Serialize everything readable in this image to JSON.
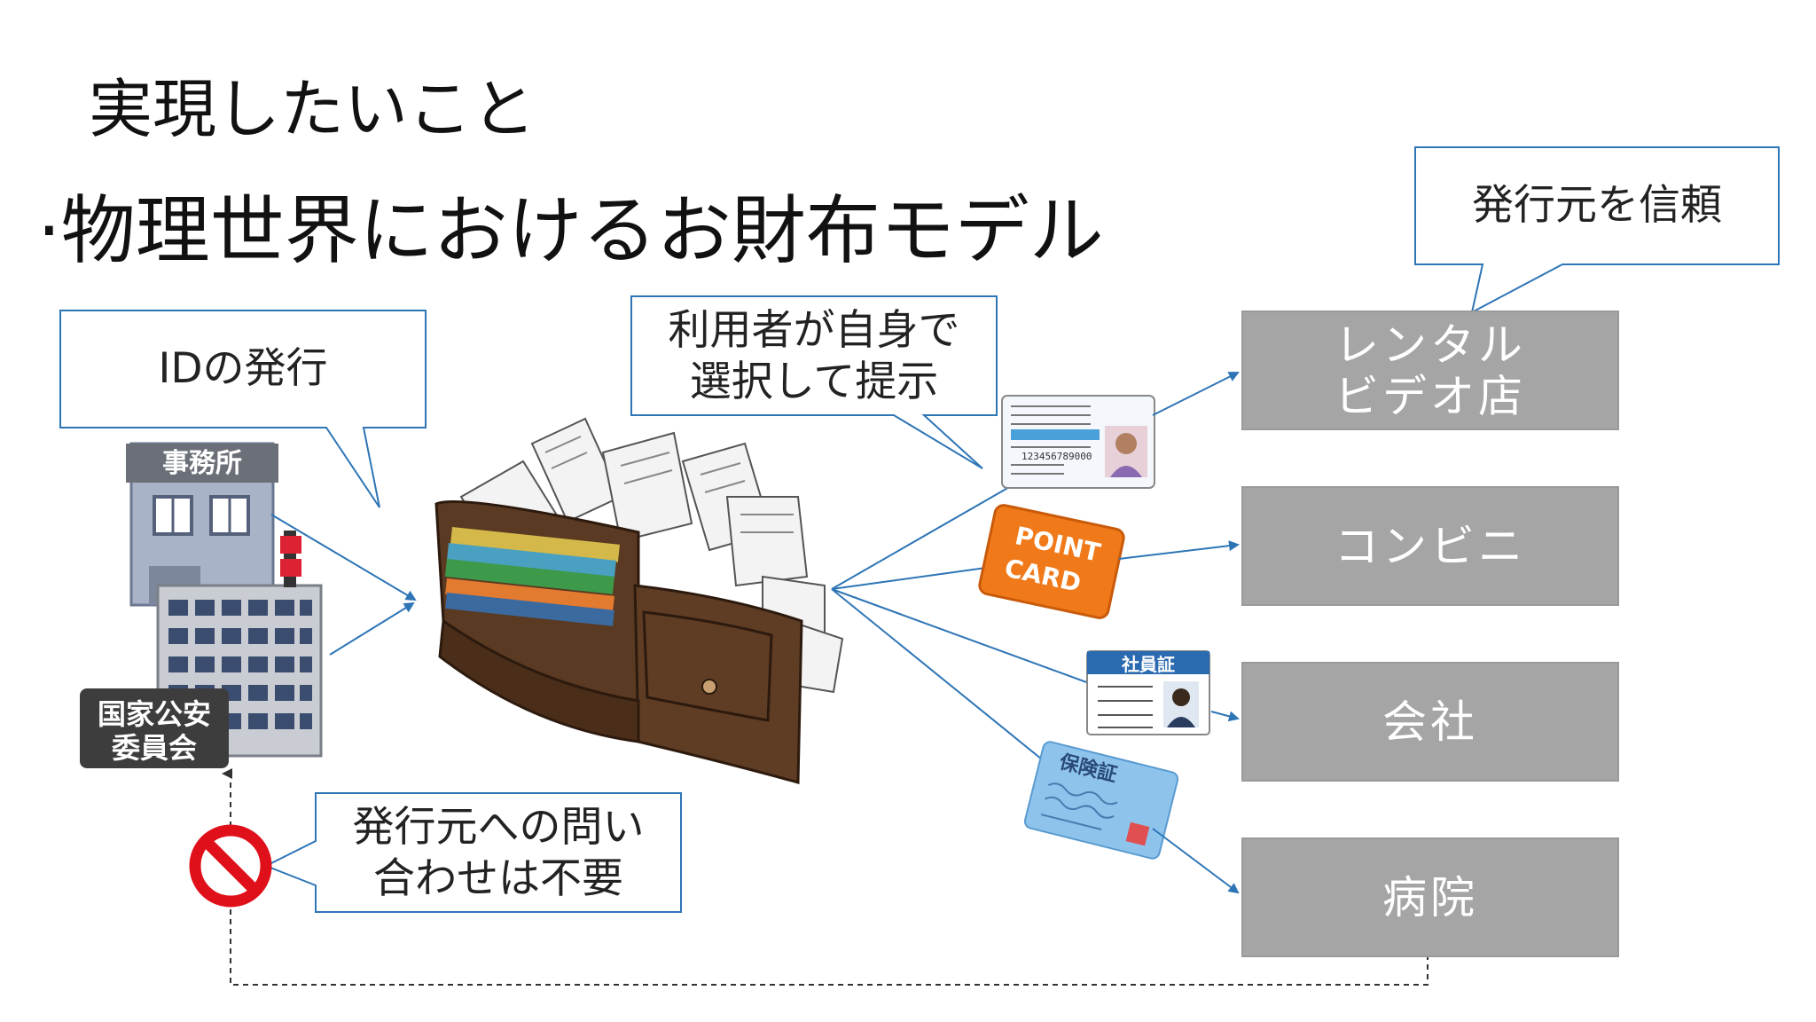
{
  "slide": {
    "heading": "実現したいこと",
    "subheading": "·物理世界におけるお財布モデル"
  },
  "callouts": {
    "issuance": "IDの発行",
    "user_choice_line1": "利用者が自身で",
    "user_choice_line2": "選択して提示",
    "trust_issuer": "発行元を信頼",
    "no_inquiry_line1": "発行元への問い",
    "no_inquiry_line2": "合わせは不要"
  },
  "issuers": {
    "office_sign": "事務所",
    "commission_line1": "国家公安",
    "commission_line2": "委員会"
  },
  "cards": {
    "point_line1": "POINT",
    "point_line2": "CARD",
    "employee_id": "社員証",
    "insurance": "保険証",
    "license_number": "123456789000"
  },
  "destinations": [
    {
      "label": "レンタル\nビデオ店"
    },
    {
      "label": "コンビニ"
    },
    {
      "label": "会社"
    },
    {
      "label": "病院"
    }
  ],
  "colors": {
    "arrow": "#2e75b6",
    "callout_border": "#2e75b6",
    "dest_fill": "#a5a5a5",
    "prohibited": "#e0101b",
    "point_card": "#f07a1a",
    "wallet": "#5a3a22"
  },
  "icons": [
    "office-building-icon",
    "police-building-icon",
    "wallet-icon",
    "drivers-license-icon",
    "point-card-icon",
    "employee-id-card-icon",
    "insurance-card-icon",
    "prohibited-icon"
  ]
}
